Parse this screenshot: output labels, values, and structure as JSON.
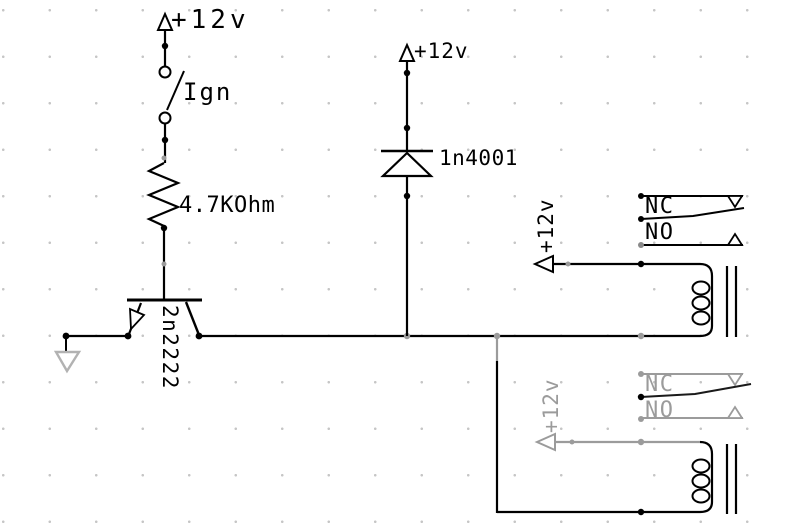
{
  "canvas": {
    "background": "#ffffff",
    "ink_color": "#000000",
    "muted_color": "#9b9b9b",
    "grid_dot_color": "#c6c6c6"
  },
  "labels": {
    "rail_ignition": "+12v",
    "switch": "Ign",
    "resistor": "4.7KOhm",
    "transistor": "2n2222",
    "rail_diode": "+12v",
    "diode": "1n4001",
    "relay1": {
      "nc": "NC",
      "no": "NO",
      "rail": "+12v"
    },
    "relay2": {
      "nc": "NC",
      "no": "NO",
      "rail": "+12v"
    }
  }
}
